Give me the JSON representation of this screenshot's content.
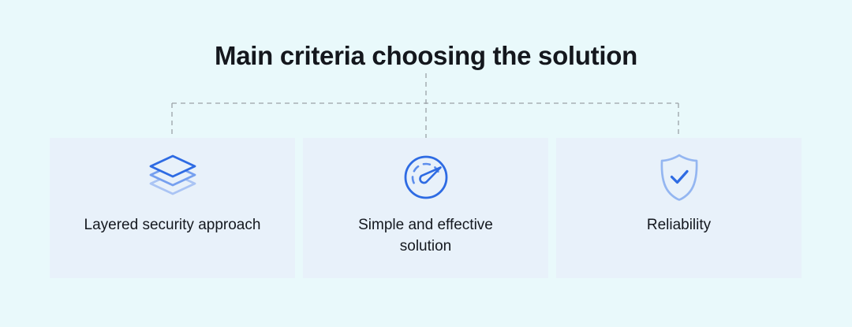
{
  "page": {
    "title": "Main criteria choosing the solution",
    "background_color": "#e9f9fb"
  },
  "connector": {
    "style": "dashed",
    "color": "#9aa1a6"
  },
  "cards": [
    {
      "icon": "layers-icon",
      "label": "Layered security approach"
    },
    {
      "icon": "gauge-icon",
      "label": "Simple and effective solution"
    },
    {
      "icon": "shield-check-icon",
      "label": "Reliability"
    }
  ],
  "colors": {
    "card_background": "#e8f1fa",
    "icon_primary": "#2e6be3",
    "icon_medium": "#76a0ef",
    "icon_light": "#aac4f4",
    "shield_outline": "#94b6f1",
    "text": "#14181f",
    "title": "#14171d"
  }
}
